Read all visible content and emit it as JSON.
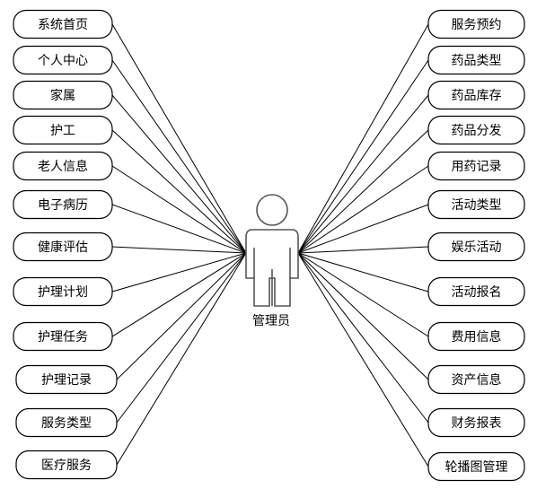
{
  "actor": {
    "label": "管理员"
  },
  "left_nodes": [
    "系统首页",
    "个人中心",
    "家属",
    "护工",
    "老人信息",
    "电子病历",
    "健康评估",
    "护理计划",
    "护理任务",
    "护理记录",
    "服务类型",
    "医疗服务"
  ],
  "right_nodes": [
    "服务预约",
    "药品类型",
    "药品库存",
    "药品分发",
    "用药记录",
    "活动类型",
    "娱乐活动",
    "活动报名",
    "费用信息",
    "资产信息",
    "财务报表",
    "轮播图管理"
  ],
  "colors": {
    "stroke": "#000000",
    "actor_stroke": "#555555",
    "background": "#ffffff"
  }
}
